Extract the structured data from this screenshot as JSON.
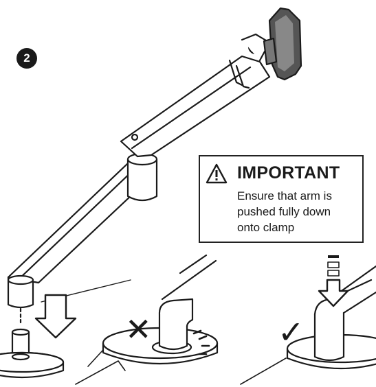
{
  "step": {
    "number": "2"
  },
  "notice": {
    "title": "IMPORTANT",
    "icon": "warning-triangle-icon",
    "lines": [
      "Ensure that arm is",
      "pushed fully down",
      "onto clamp"
    ]
  },
  "marks": {
    "wrong": "✕",
    "right": "✓"
  },
  "colors": {
    "ink": "#1a1a1a",
    "fill": "#ffffff",
    "dark": "#222222"
  }
}
